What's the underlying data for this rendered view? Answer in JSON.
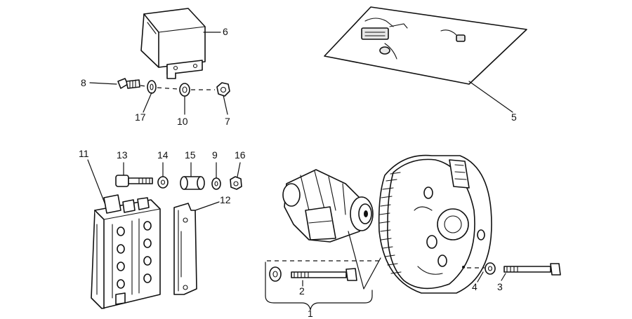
{
  "diagram": {
    "callouts": [
      "1",
      "2",
      "3",
      "4",
      "5",
      "6",
      "7",
      "8",
      "9",
      "10",
      "11",
      "12",
      "13",
      "14",
      "15",
      "16",
      "17"
    ]
  },
  "colors": {
    "line": "#111111",
    "background": "#ffffff"
  }
}
